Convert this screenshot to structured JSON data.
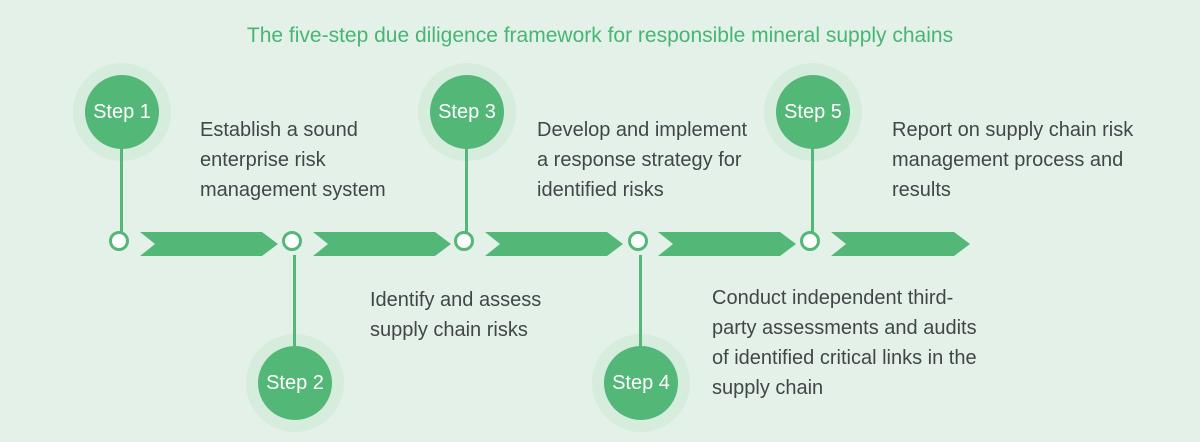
{
  "title": "The five-step due diligence framework for responsible mineral supply chains",
  "colors": {
    "background": "#e4f1e8",
    "accent_green": "#53b778",
    "halo_green": "#d6ecdd",
    "title_green": "#47b673",
    "text_dark": "#424649"
  },
  "steps": [
    {
      "label": "Step 1",
      "description": "Establish a sound\nenterprise risk\nmanagement system"
    },
    {
      "label": "Step 2",
      "description": "Identify and assess\nsupply chain risks"
    },
    {
      "label": "Step 3",
      "description": "Develop and implement\na response strategy for\nidentified risks"
    },
    {
      "label": "Step 4",
      "description": "Conduct independent third-\nparty assessments and audits\nof identified critical links in the\nsupply chain"
    },
    {
      "label": "Step 5",
      "description": "Report on supply chain risk\nmanagement process and\nresults"
    }
  ]
}
